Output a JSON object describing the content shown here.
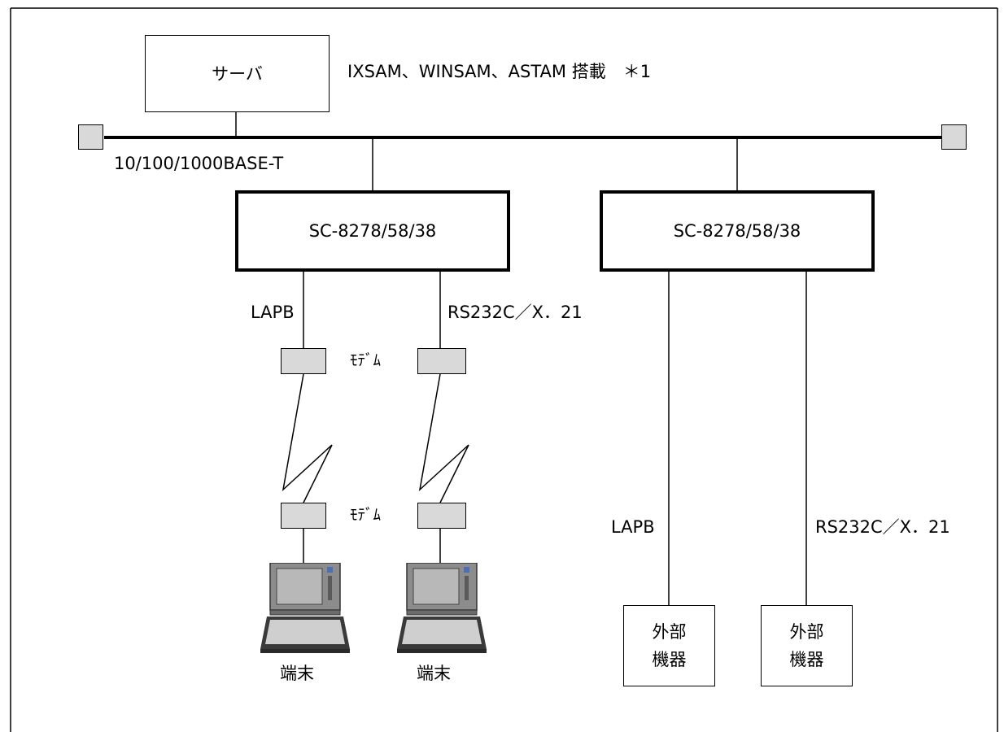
{
  "server": {
    "label": "サーバ",
    "note": "IXSAM、WINSAM、ASTAM 搭載　＊1"
  },
  "bus": {
    "label": "10/100/1000BASE-T"
  },
  "controllers": [
    {
      "label": "SC-8278/58/38"
    },
    {
      "label": "SC-8278/58/38"
    }
  ],
  "links": {
    "left_lapb": "LAPB",
    "left_rs232": "RS232C／X．21",
    "right_lapb": "LAPB",
    "right_rs232": "RS232C／X．21"
  },
  "modems": {
    "top_label": "ﾓﾃﾞﾑ",
    "bottom_label": "ﾓﾃﾞﾑ"
  },
  "terminals": [
    {
      "label": "端末"
    },
    {
      "label": "端末"
    }
  ],
  "external_devices": [
    {
      "line1": "外部",
      "line2": "機器"
    },
    {
      "line1": "外部",
      "line2": "機器"
    }
  ],
  "colors": {
    "line": "#000000",
    "node_fill": "#d9d9d9",
    "terminal_body": "#8c8c8c",
    "terminal_screen": "#b8b8b8"
  }
}
